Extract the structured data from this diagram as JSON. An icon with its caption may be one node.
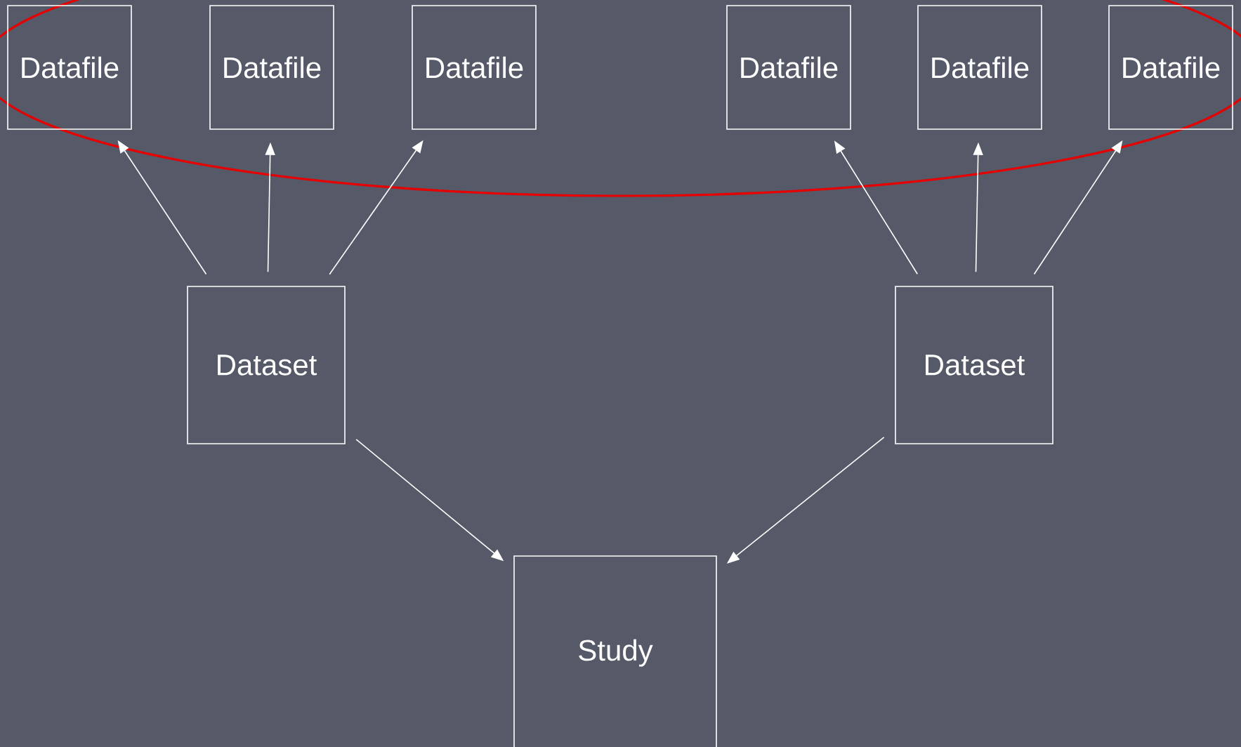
{
  "diagram": {
    "nodes": [
      {
        "text": [
          "Datafile"
        ]
      },
      {
        "text": [
          "Datafile"
        ]
      },
      {
        "text": [
          "Datafile"
        ]
      },
      {
        "text": [
          "Datafile"
        ]
      },
      {
        "text": [
          "Datafile"
        ]
      },
      {
        "text": [
          "Datafile"
        ]
      },
      {
        "text": [
          "Dataset"
        ]
      },
      {
        "text": [
          "Dataset"
        ]
      },
      {
        "text": [
          "Study"
        ]
      }
    ],
    "edges": [
      {
        "from": 6,
        "to": 0,
        "arrow": "to"
      },
      {
        "from": 6,
        "to": 1,
        "arrow": "to"
      },
      {
        "from": 6,
        "to": 2,
        "arrow": "to"
      },
      {
        "from": 7,
        "to": 3,
        "arrow": "to"
      },
      {
        "from": 7,
        "to": 4,
        "arrow": "to"
      },
      {
        "from": 7,
        "to": 5,
        "arrow": "to"
      },
      {
        "from": 6,
        "to": 8,
        "arrow": "to"
      },
      {
        "from": 7,
        "to": 8,
        "arrow": "to"
      }
    ]
  }
}
